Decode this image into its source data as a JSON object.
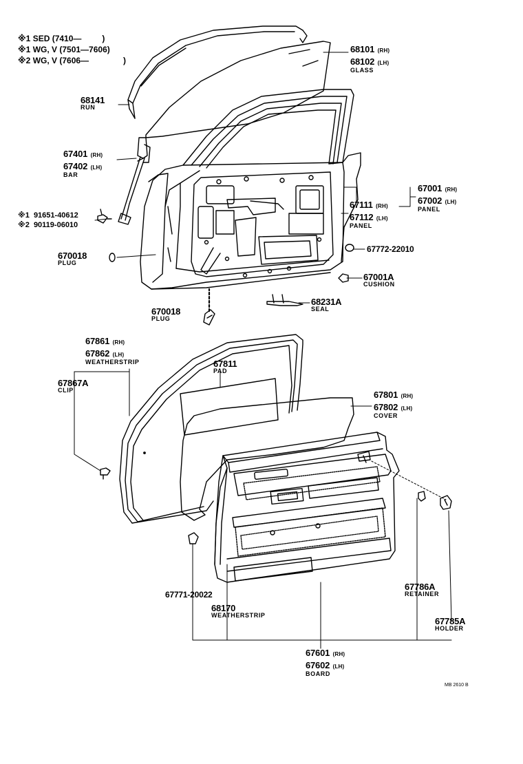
{
  "notes": [
    {
      "mark": "※1",
      "text": "SED (7410—",
      "close": ")"
    },
    {
      "mark": "※1",
      "text": "WG, V  (7501—7606)",
      "close": ""
    },
    {
      "mark": "※2",
      "text": "WG, V  (7606—",
      "close": ")"
    }
  ],
  "parts": {
    "glass": {
      "no1": "68101",
      "side1": "(RH)",
      "no2": "68102",
      "side2": "(LH)",
      "name": "GLASS"
    },
    "run": {
      "no": "68141",
      "name": "RUN"
    },
    "bar": {
      "no1": "67401",
      "side1": "(RH)",
      "no2": "67402",
      "side2": "(LH)",
      "name": "BAR"
    },
    "bolt": {
      "mark1": "※1",
      "no1": "91651-40612",
      "mark2": "※2",
      "no2": "90119-06010"
    },
    "plug1": {
      "no": "670018",
      "name": "PLUG"
    },
    "plug2": {
      "no": "670018",
      "name": "PLUG"
    },
    "panel_outer": {
      "no1": "67001",
      "side1": "(RH)",
      "no2": "67002",
      "side2": "(LH)",
      "name": "PANEL"
    },
    "panel_inner": {
      "no1": "67111",
      "side1": "(RH)",
      "no2": "67112",
      "side2": "(LH)",
      "name": "PANEL"
    },
    "grommet": {
      "no": "67772-22010"
    },
    "cushion": {
      "no": "67001A",
      "name": "CUSHION"
    },
    "seal": {
      "no": "68231A",
      "name": "SEAL"
    },
    "weatherstrip": {
      "no1": "67861",
      "side1": "(RH)",
      "no2": "67862",
      "side2": "(LH)",
      "name": "WEATHERSTRIP"
    },
    "pad": {
      "no": "67811",
      "name": "PAD"
    },
    "clip": {
      "no": "67867A",
      "name": "CLIP"
    },
    "cover": {
      "no1": "67801",
      "side1": "(RH)",
      "no2": "67802",
      "side2": "(LH)",
      "name": "COVER"
    },
    "clip2": {
      "no": "67771-20022"
    },
    "weatherstrip2": {
      "no": "68170",
      "name": "WEATHERSTRIP"
    },
    "retainer": {
      "no": "67786A",
      "name": "RETAINER"
    },
    "holder": {
      "no": "67785A",
      "name": "HOLDER"
    },
    "board": {
      "no1": "67601",
      "side1": "(RH)",
      "no2": "67602",
      "side2": "(LH)",
      "name": "BOARD"
    }
  },
  "ref": "MB 2610 B"
}
